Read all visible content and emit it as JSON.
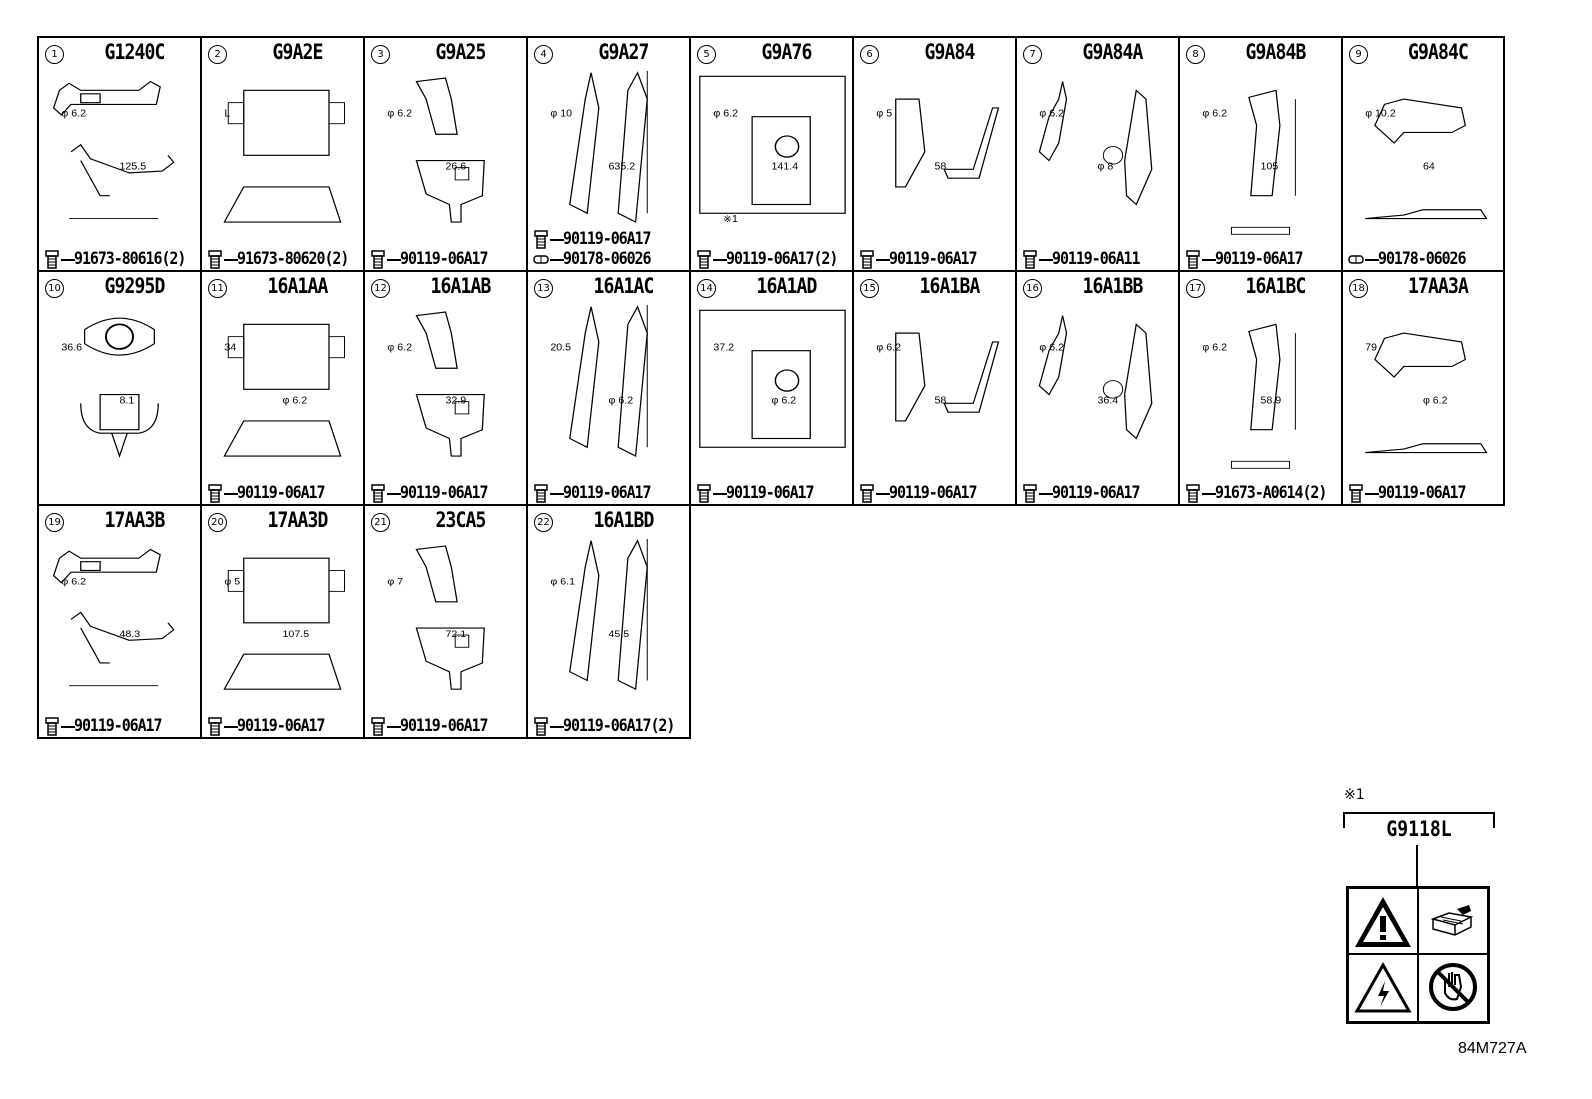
{
  "parts_grid": {
    "cells": [
      {
        "index": "1",
        "code": "G1240C",
        "parts": [
          {
            "icon": "bolt-icon",
            "text": "91673-80616(2)"
          }
        ],
        "dims": [
          "φ 6.2",
          "125.5"
        ]
      },
      {
        "index": "2",
        "code": "G9A2E",
        "parts": [
          {
            "icon": "bolt-icon",
            "text": "91673-80620(2)"
          }
        ],
        "dims": [
          "L"
        ]
      },
      {
        "index": "3",
        "code": "G9A25",
        "parts": [
          {
            "icon": "bolt-icon",
            "text": "90119-06A17"
          }
        ],
        "dims": [
          "φ 6.2",
          "26.6"
        ]
      },
      {
        "index": "4",
        "code": "G9A27",
        "parts": [
          {
            "icon": "bolt-icon",
            "text": "90119-06A17"
          },
          {
            "icon": "clip-icon",
            "text": "90178-06026"
          }
        ],
        "dims": [
          "φ 10",
          "635.2"
        ]
      },
      {
        "index": "5",
        "code": "G9A76",
        "parts": [
          {
            "icon": "bolt-icon",
            "text": "90119-06A17(2)"
          }
        ],
        "dims": [
          "φ 6.2",
          "141.4",
          "※1"
        ]
      },
      {
        "index": "6",
        "code": "G9A84",
        "parts": [
          {
            "icon": "bolt-icon",
            "text": "90119-06A17"
          }
        ],
        "dims": [
          "φ 5",
          "58"
        ]
      },
      {
        "index": "7",
        "code": "G9A84A",
        "parts": [
          {
            "icon": "bolt-icon",
            "text": "90119-06A11"
          }
        ],
        "dims": [
          "φ 6.2",
          "φ 8"
        ]
      },
      {
        "index": "8",
        "code": "G9A84B",
        "parts": [
          {
            "icon": "bolt-icon",
            "text": "90119-06A17"
          }
        ],
        "dims": [
          "φ 6.2",
          "105"
        ]
      },
      {
        "index": "9",
        "code": "G9A84C",
        "parts": [
          {
            "icon": "clip-icon",
            "text": "90178-06026"
          }
        ],
        "dims": [
          "φ 10.2",
          "64"
        ]
      },
      {
        "index": "10",
        "code": "G9295D",
        "parts": [],
        "dims": [
          "36.6",
          "8.1"
        ]
      },
      {
        "index": "11",
        "code": "16A1AA",
        "parts": [
          {
            "icon": "bolt-icon",
            "text": "90119-06A17"
          }
        ],
        "dims": [
          "34",
          "φ 6.2"
        ]
      },
      {
        "index": "12",
        "code": "16A1AB",
        "parts": [
          {
            "icon": "bolt-icon",
            "text": "90119-06A17"
          }
        ],
        "dims": [
          "φ 6.2",
          "32.9"
        ]
      },
      {
        "index": "13",
        "code": "16A1AC",
        "parts": [
          {
            "icon": "bolt-icon",
            "text": "90119-06A17"
          }
        ],
        "dims": [
          "20.5",
          "φ 6.2"
        ]
      },
      {
        "index": "14",
        "code": "16A1AD",
        "parts": [
          {
            "icon": "bolt-icon",
            "text": "90119-06A17"
          }
        ],
        "dims": [
          "37.2",
          "φ 6.2"
        ]
      },
      {
        "index": "15",
        "code": "16A1BA",
        "parts": [
          {
            "icon": "bolt-icon",
            "text": "90119-06A17"
          }
        ],
        "dims": [
          "φ 6.2",
          "58"
        ]
      },
      {
        "index": "16",
        "code": "16A1BB",
        "parts": [
          {
            "icon": "bolt-icon",
            "text": "90119-06A17"
          }
        ],
        "dims": [
          "φ 6.2",
          "36.4"
        ]
      },
      {
        "index": "17",
        "code": "16A1BC",
        "parts": [
          {
            "icon": "bolt-icon",
            "text": "91673-A0614(2)"
          }
        ],
        "dims": [
          "φ 6.2",
          "58.9"
        ]
      },
      {
        "index": "18",
        "code": "17AA3A",
        "parts": [
          {
            "icon": "bolt-icon",
            "text": "90119-06A17"
          }
        ],
        "dims": [
          "79",
          "φ 6.2"
        ]
      },
      {
        "index": "19",
        "code": "17AA3B",
        "parts": [
          {
            "icon": "bolt-icon",
            "text": "90119-06A17"
          }
        ],
        "dims": [
          "φ 6.2",
          "48.3"
        ]
      },
      {
        "index": "20",
        "code": "17AA3D",
        "parts": [
          {
            "icon": "bolt-icon",
            "text": "90119-06A17"
          }
        ],
        "dims": [
          "φ 5",
          "107.5"
        ]
      },
      {
        "index": "21",
        "code": "23CA5",
        "parts": [
          {
            "icon": "bolt-icon",
            "text": "90119-06A17"
          }
        ],
        "dims": [
          "φ 7",
          "72.1"
        ]
      },
      {
        "index": "22",
        "code": "16A1BD",
        "parts": [
          {
            "icon": "bolt-icon",
            "text": "90119-06A17(2)"
          }
        ],
        "dims": [
          "φ 6.1",
          "45.5"
        ]
      }
    ]
  },
  "label_callout": {
    "note": "※1",
    "code": "G9118L",
    "icons": [
      "warning-triangle-icon",
      "read-manual-icon",
      "electric-shock-icon",
      "no-touch-icon"
    ]
  },
  "figure_id": "84M727A"
}
